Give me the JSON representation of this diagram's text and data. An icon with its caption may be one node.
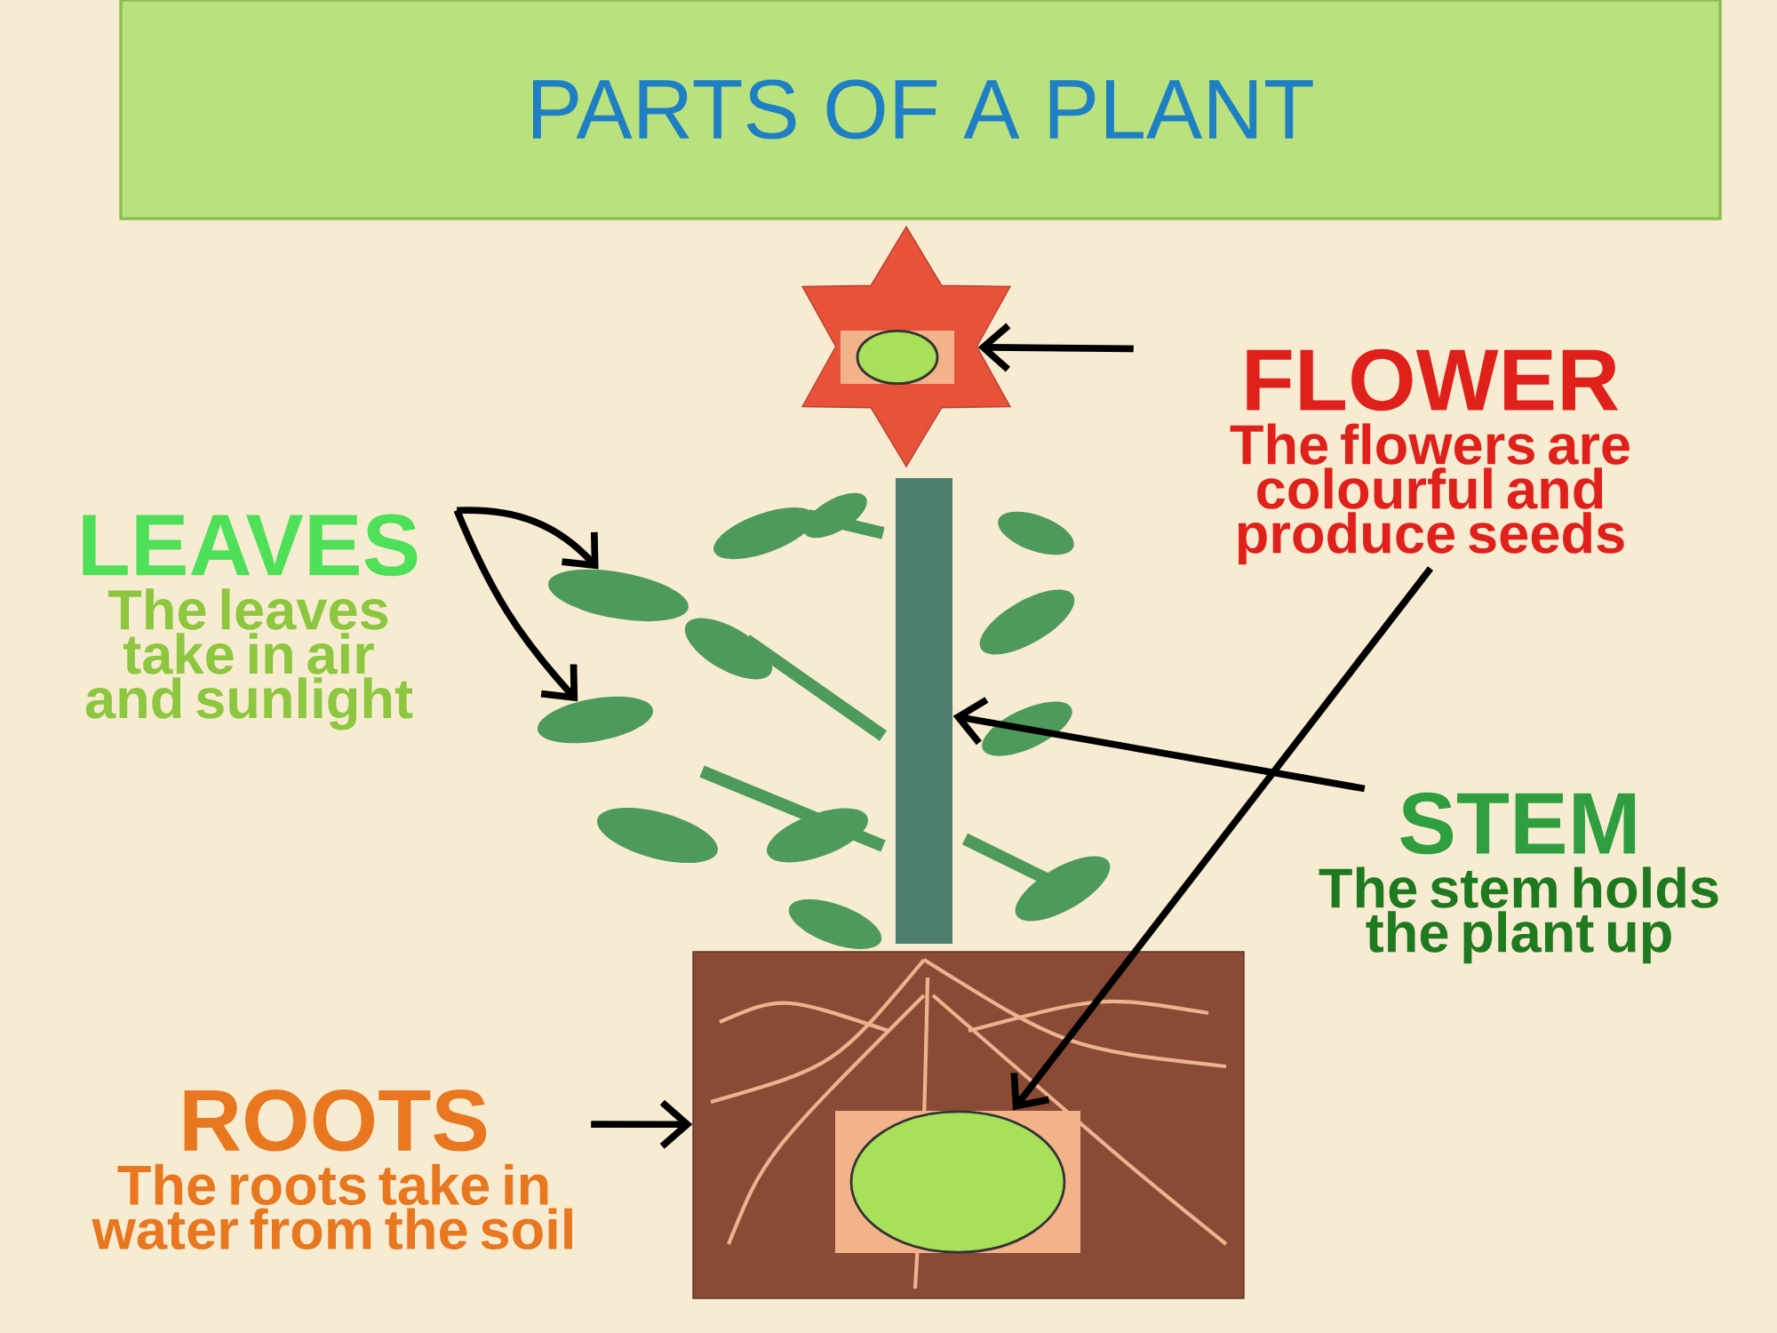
{
  "diagram": {
    "title": "PARTS OF A PLANT",
    "nodes": [
      {
        "text": [
          "FLOWER",
          "The flowers are colourful and produce seeds"
        ]
      },
      {
        "text": [],
        "shape": "picture"
      },
      {
        "text": [],
        "shape": "box",
        "in": 1
      },
      {
        "text": [
          "LEAVES",
          "The leaves take in air and sunlight"
        ]
      },
      {
        "text": [],
        "shape": "picture"
      },
      {
        "text": [],
        "shape": "picture"
      },
      {
        "text": [],
        "shape": "bar"
      },
      {
        "text": [
          "STEM",
          "The stem holds the plant up"
        ]
      },
      {
        "text": [
          "ROOTS",
          "The roots take in water from the soil"
        ]
      },
      {
        "text": [],
        "shape": "picture"
      },
      {
        "text": [],
        "shape": "box",
        "in": 9
      }
    ],
    "edges": [
      {
        "from": 0,
        "to": 1,
        "arrow": "to"
      },
      {
        "from": 3,
        "to": 4,
        "arrow": "to"
      },
      {
        "from": 3,
        "to": 5,
        "arrow": "to"
      },
      {
        "from": 7,
        "to": 6,
        "arrow": "to"
      },
      {
        "from": 8,
        "to": 9,
        "arrow": "to"
      },
      {
        "from": 0,
        "to": 10,
        "arrow": "to"
      }
    ]
  }
}
